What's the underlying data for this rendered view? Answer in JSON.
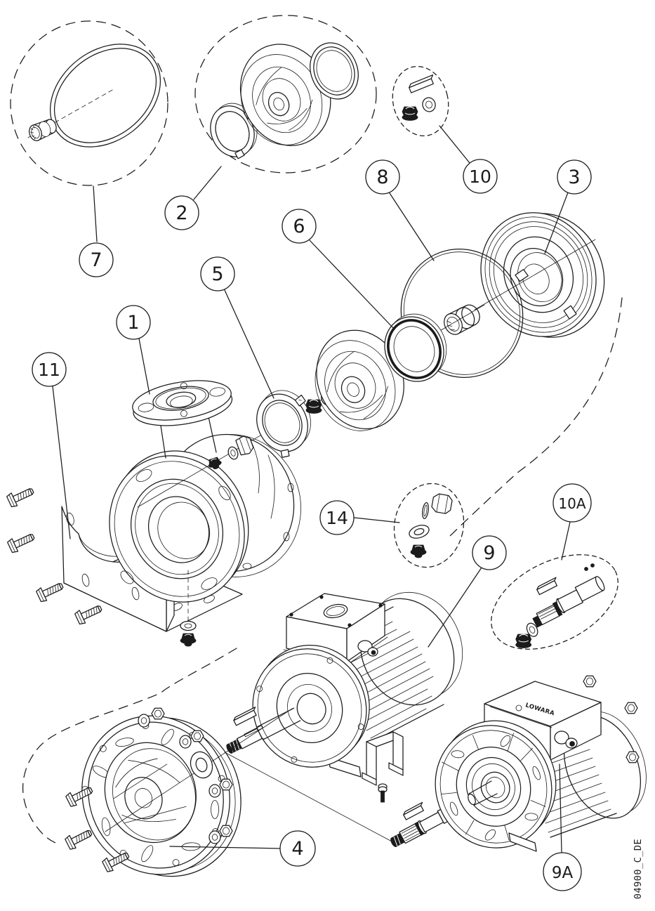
{
  "colors": {
    "background": "#ffffff",
    "line": "#1b1b1b"
  },
  "drawing_code": "04900_C_DE",
  "brand": {
    "label": "LOWARA"
  },
  "callouts": {
    "c1": {
      "label": "1"
    },
    "c2": {
      "label": "2"
    },
    "c3": {
      "label": "3"
    },
    "c4": {
      "label": "4"
    },
    "c5": {
      "label": "5"
    },
    "c6": {
      "label": "6"
    },
    "c7": {
      "label": "7"
    },
    "c8": {
      "label": "8"
    },
    "c9": {
      "label": "9"
    },
    "c9a": {
      "label": "9A"
    },
    "c10": {
      "label": "10"
    },
    "c10a": {
      "label": "10A"
    },
    "c11": {
      "label": "11"
    },
    "c14": {
      "label": "14"
    }
  }
}
